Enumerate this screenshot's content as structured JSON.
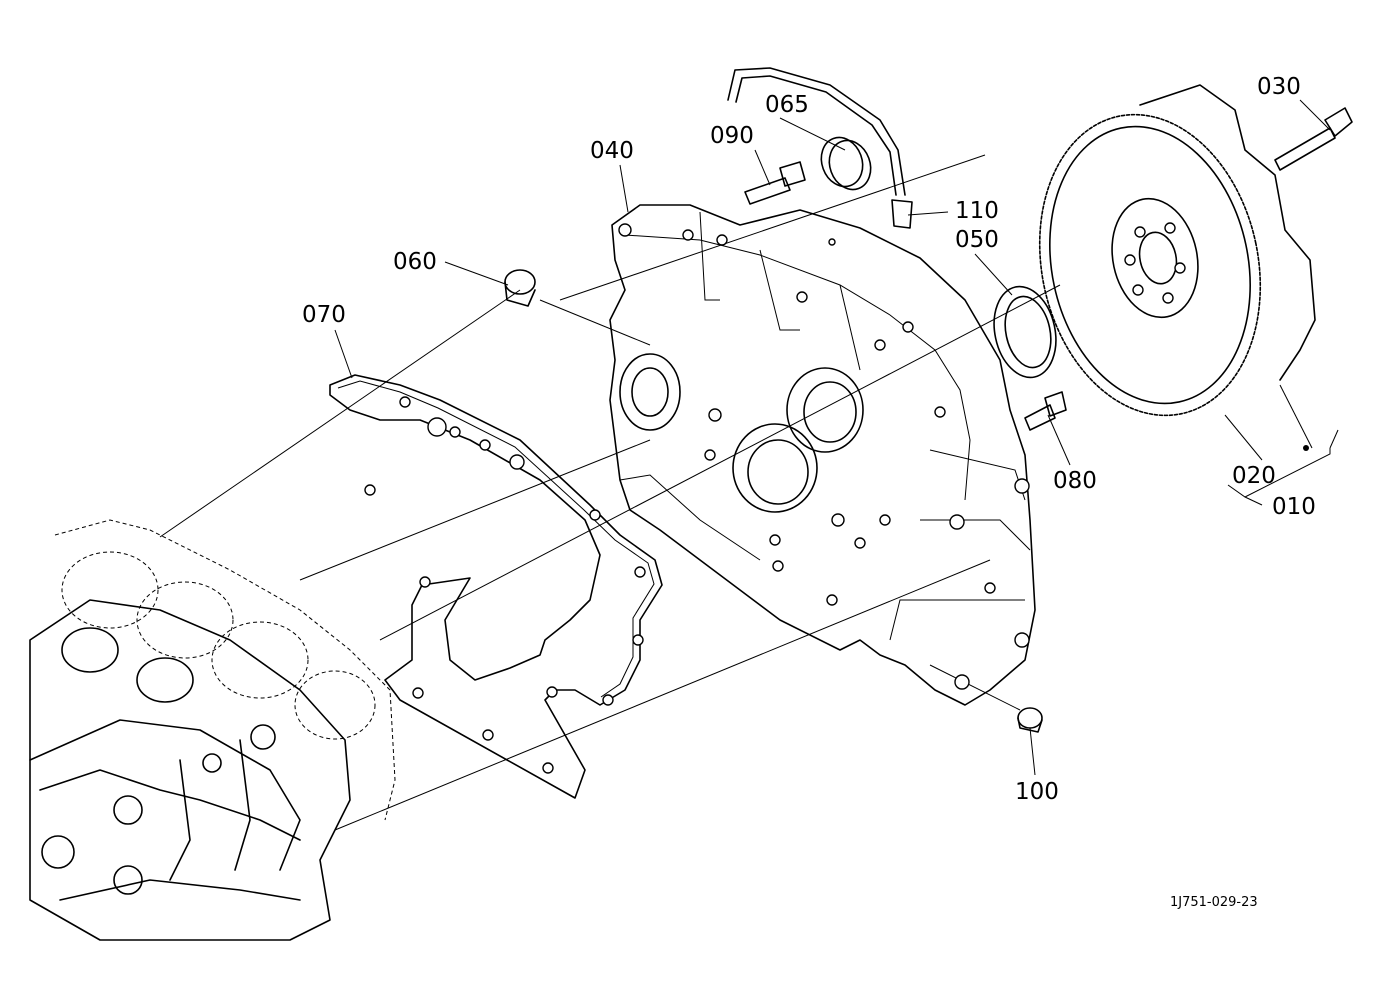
{
  "callouts": {
    "p010": "010",
    "p020": "020",
    "p030": "030",
    "p040": "040",
    "p050": "050",
    "p060": "060",
    "p065": "065",
    "p070": "070",
    "p080": "080",
    "p090": "090",
    "p100": "100",
    "p110": "110"
  },
  "drawing_number": "1J751-029-23"
}
